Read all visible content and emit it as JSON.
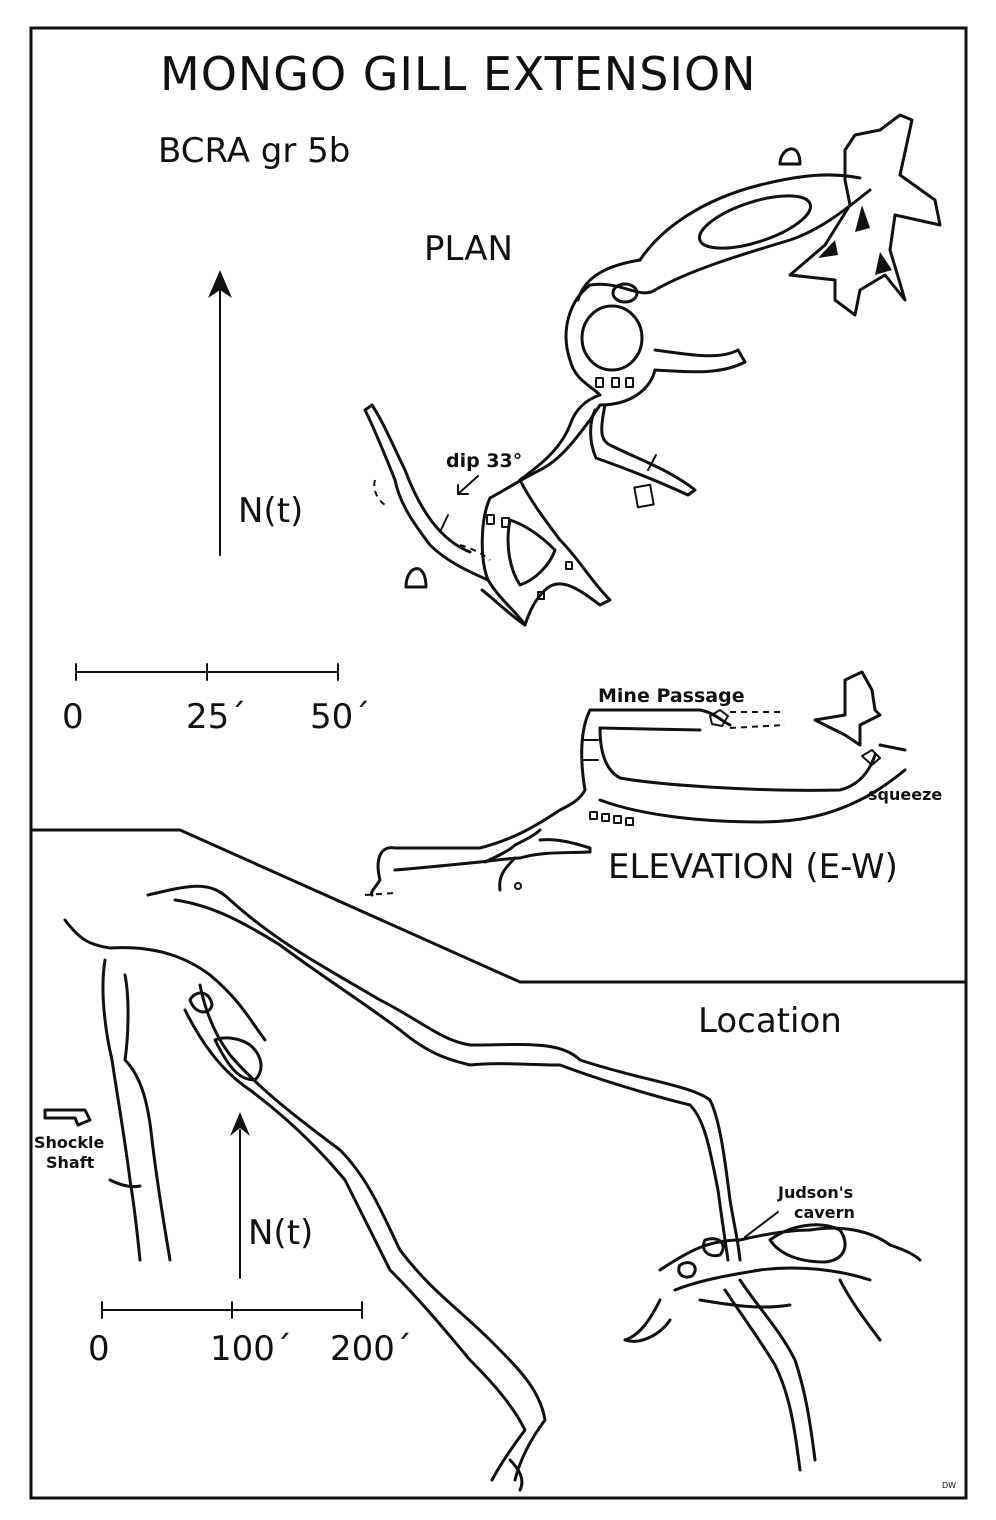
{
  "title": "MONGO GILL EXTENSION",
  "grade": "BCRA gr 5b",
  "plan": {
    "label": "PLAN",
    "north_label": "N(t)",
    "dip_label": "dip 33°",
    "scale_ticks": [
      "0",
      "25´",
      "50´"
    ]
  },
  "elevation": {
    "label": "ELEVATION (E-W)",
    "mine_passage_label": "Mine Passage",
    "squeeze_label": "squeeze"
  },
  "location": {
    "label": "Location",
    "north_label": "N(t)",
    "shaft_label_line1": "Shockle",
    "shaft_label_line2": "Shaft",
    "cavern_label_line1": "Judson's",
    "cavern_label_line2": "cavern",
    "scale_ticks": [
      "0",
      "100´",
      "200´"
    ]
  },
  "initials": "DW"
}
